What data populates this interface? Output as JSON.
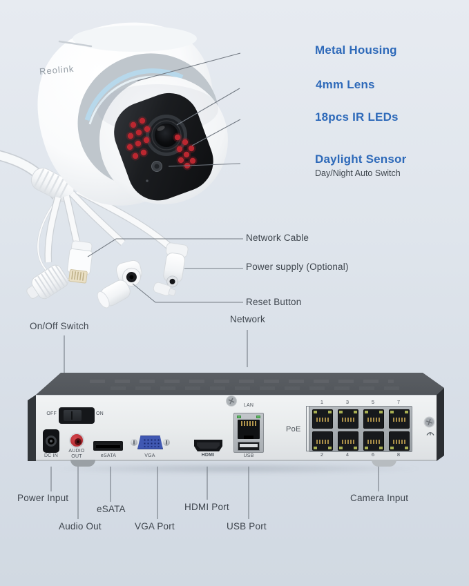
{
  "colors": {
    "accent_blue": "#2d69b9",
    "label_dark": "#3e454d",
    "line_gray": "#737a83",
    "ir_red": "#bb2730",
    "background_top": "#e7ebf1",
    "background_bottom": "#d1d9e2"
  },
  "camera": {
    "brand": "Reolink",
    "ir_led_count": 18,
    "callouts": {
      "metal_housing": "Metal Housing",
      "lens": "4mm Lens",
      "ir_leds": "18pcs IR LEDs",
      "daylight_sensor": "Daylight Sensor",
      "daylight_sensor_sub": "Day/Night Auto Switch"
    }
  },
  "cables": {
    "network_cable": "Network Cable",
    "power_supply": "Power supply (Optional)",
    "reset_button": "Reset Button"
  },
  "nvr": {
    "callouts": {
      "on_off_switch": "On/Off Switch",
      "network": "Network",
      "power_input": "Power Input",
      "audio_out": "Audio Out",
      "esata": "eSATA",
      "vga_port": "VGA Port",
      "hdmi_port": "HDMI Port",
      "usb_port": "USB Port",
      "camera_input": "Camera Input"
    },
    "panel": {
      "off": "OFF",
      "on": "ON",
      "dc_in": "DC IN",
      "audio_line1": "AUDIO",
      "audio_line2": "OUT",
      "esata": "eSATA",
      "vga": "VGA",
      "hdmi": "HDMI",
      "lan": "LAN",
      "usb": "USB",
      "poe": "PoE",
      "port_numbers_top": [
        "1",
        "3",
        "5",
        "7"
      ],
      "port_numbers_bottom": [
        "2",
        "4",
        "6",
        "8"
      ]
    }
  }
}
